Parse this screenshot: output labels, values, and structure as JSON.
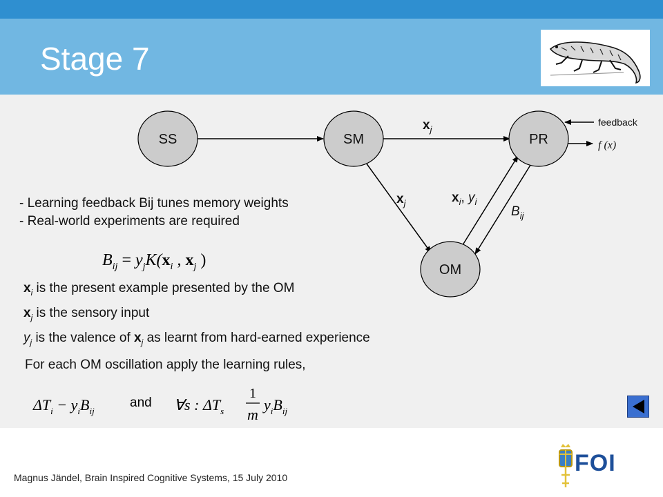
{
  "slide": {
    "title": "Stage 7",
    "footer": "Magnus Jändel, Brain Inspired Cognitive Systems, 15 July 2010"
  },
  "diagram": {
    "nodes": {
      "ss": "SS",
      "sm": "SM",
      "pr": "PR",
      "om": "OM"
    },
    "labels": {
      "sm_pr": "x",
      "sm_pr_sub": "j",
      "sm_om": "x",
      "sm_om_sub": "j",
      "om_pr_x": "x",
      "om_pr_x_sub": "i",
      "om_pr_sep": ", ",
      "om_pr_y": "y",
      "om_pr_y_sub": "i",
      "pr_om_b": "B",
      "pr_om_b_sub": "ij",
      "feedback": "feedback",
      "output": "f (x)"
    }
  },
  "bullets": [
    "- Learning feedback Bij tunes memory weights",
    "- Real-world experiments are required"
  ],
  "equation_main": {
    "lhs": "B",
    "lhs_sub": "ij",
    "eq": " = ",
    "y": "y",
    "y_sub": "j",
    "k": "K(",
    "x1": "x",
    "x1_sub": "i",
    "comma": " , ",
    "x2": "x",
    "x2_sub": "j",
    "close": " )"
  },
  "definitions": {
    "d1_var": "x",
    "d1_sub": "i",
    "d1_text": " is the present example presented by the OM",
    "d2_var": "x",
    "d2_sub": "j",
    "d2_text": " is the sensory input",
    "d3_var": "y",
    "d3_sub": "j",
    "d3_text": " is the valence of ",
    "d3_var2": "x",
    "d3_sub2": "j",
    "d3_text2": " as learnt from hard-earned experience"
  },
  "rule_text": "For each OM oscillation apply the learning rules,",
  "rule_eq1": {
    "delta": "ΔT",
    "sub_i": "i",
    "op": "  ",
    "minus": " − y",
    "y_sub": "i",
    "b": "B",
    "b_sub": "ij"
  },
  "and_text": "and",
  "rule_eq2": {
    "forall": "∀s : ΔT",
    "sub_s": "s",
    "op": "  ",
    "num": "1",
    "den": "m",
    "y": "y",
    "y_sub": "i",
    "b": "B",
    "b_sub": "ij"
  },
  "colors": {
    "top_strip": "#2f8fd0",
    "title_bar": "#71b7e2",
    "content_bg": "#f0f0f0",
    "node_fill": "#cccccc",
    "nav_button": "#3a6fd0"
  },
  "icons": {
    "nav": "back-triangle-icon",
    "logo": "salamander-illustration",
    "brand": "foi-logo"
  },
  "brand": {
    "text": "FOI"
  }
}
